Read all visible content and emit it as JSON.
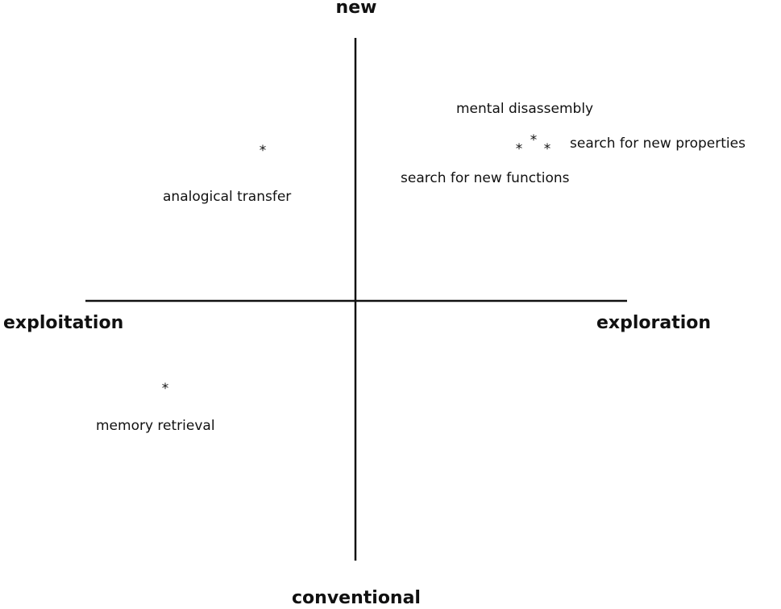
{
  "axes": {
    "top": "new",
    "bottom": "conventional",
    "left": "exploitation",
    "right": "exploration"
  },
  "items": [
    {
      "label": "analogical transfer",
      "marker": "*"
    },
    {
      "label": "mental disassembly",
      "marker": "*"
    },
    {
      "label": "search for new properties",
      "marker": "*"
    },
    {
      "label": "search for new functions",
      "marker": "*"
    },
    {
      "label": "memory retrieval",
      "marker": "*"
    }
  ]
}
